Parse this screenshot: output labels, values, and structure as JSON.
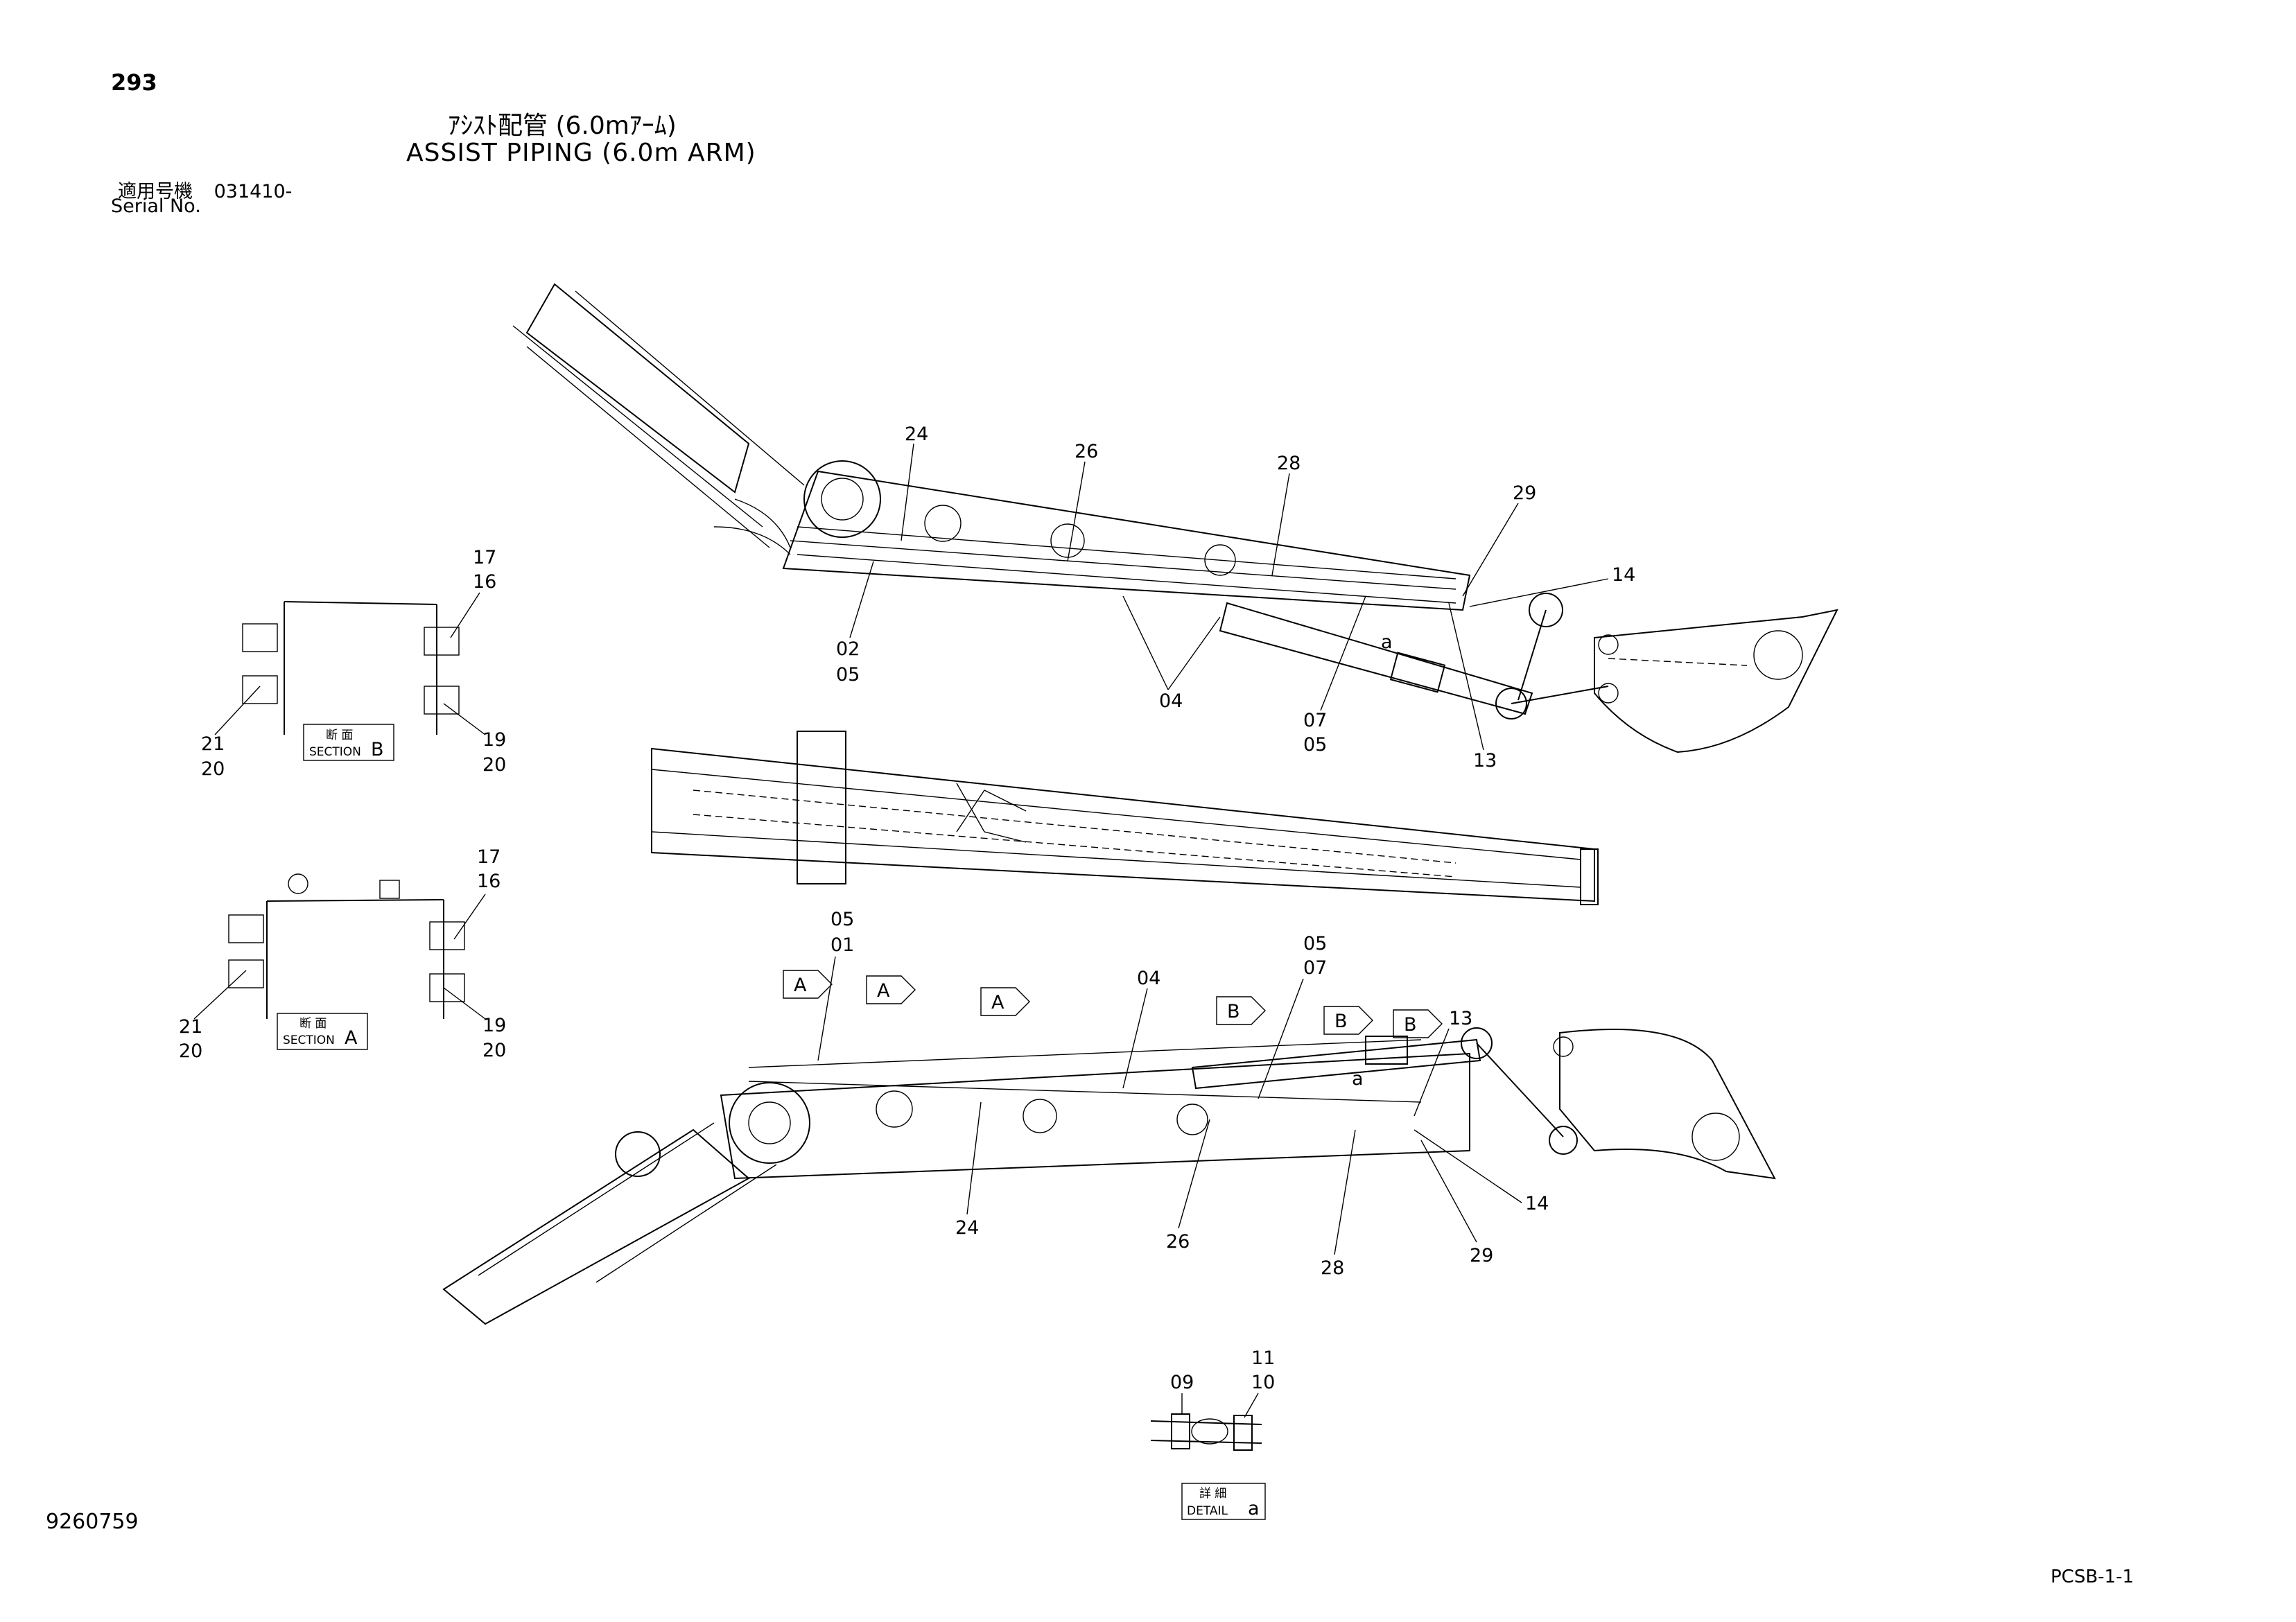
{
  "header": {
    "page_number": "293",
    "title_jp": "ｱｼｽﾄ配管 (6.0mｱｰﾑ)",
    "title_en": "ASSIST PIPING (6.0m ARM)",
    "serial_label_jp": "適用号機",
    "serial_value": "031410-",
    "serial_label_en": "Serial No."
  },
  "footer": {
    "document_number": "9260759",
    "page_code": "PCSB-1-1"
  },
  "callouts": {
    "top_view": [
      "24",
      "26",
      "28",
      "29",
      "14",
      "02",
      "05",
      "04",
      "07",
      "05",
      "13",
      "a"
    ],
    "bottom_view": [
      "05",
      "01",
      "04",
      "05",
      "07",
      "13",
      "a",
      "24",
      "26",
      "28",
      "29",
      "14"
    ],
    "section_b": [
      "17",
      "16",
      "21",
      "20",
      "19",
      "20"
    ],
    "section_a": [
      "17",
      "16",
      "21",
      "20",
      "19",
      "20"
    ],
    "detail": [
      "11",
      "10",
      "09"
    ]
  },
  "view_markers": [
    "A",
    "A",
    "A",
    "B",
    "B",
    "B"
  ],
  "section_boxes": {
    "section_b": {
      "jp": "断 面",
      "en": "SECTION",
      "letter": "B"
    },
    "section_a": {
      "jp": "断 面",
      "en": "SECTION",
      "letter": "A"
    },
    "detail_a": {
      "jp": "詳 細",
      "en": "DETAIL",
      "letter": "a"
    }
  }
}
